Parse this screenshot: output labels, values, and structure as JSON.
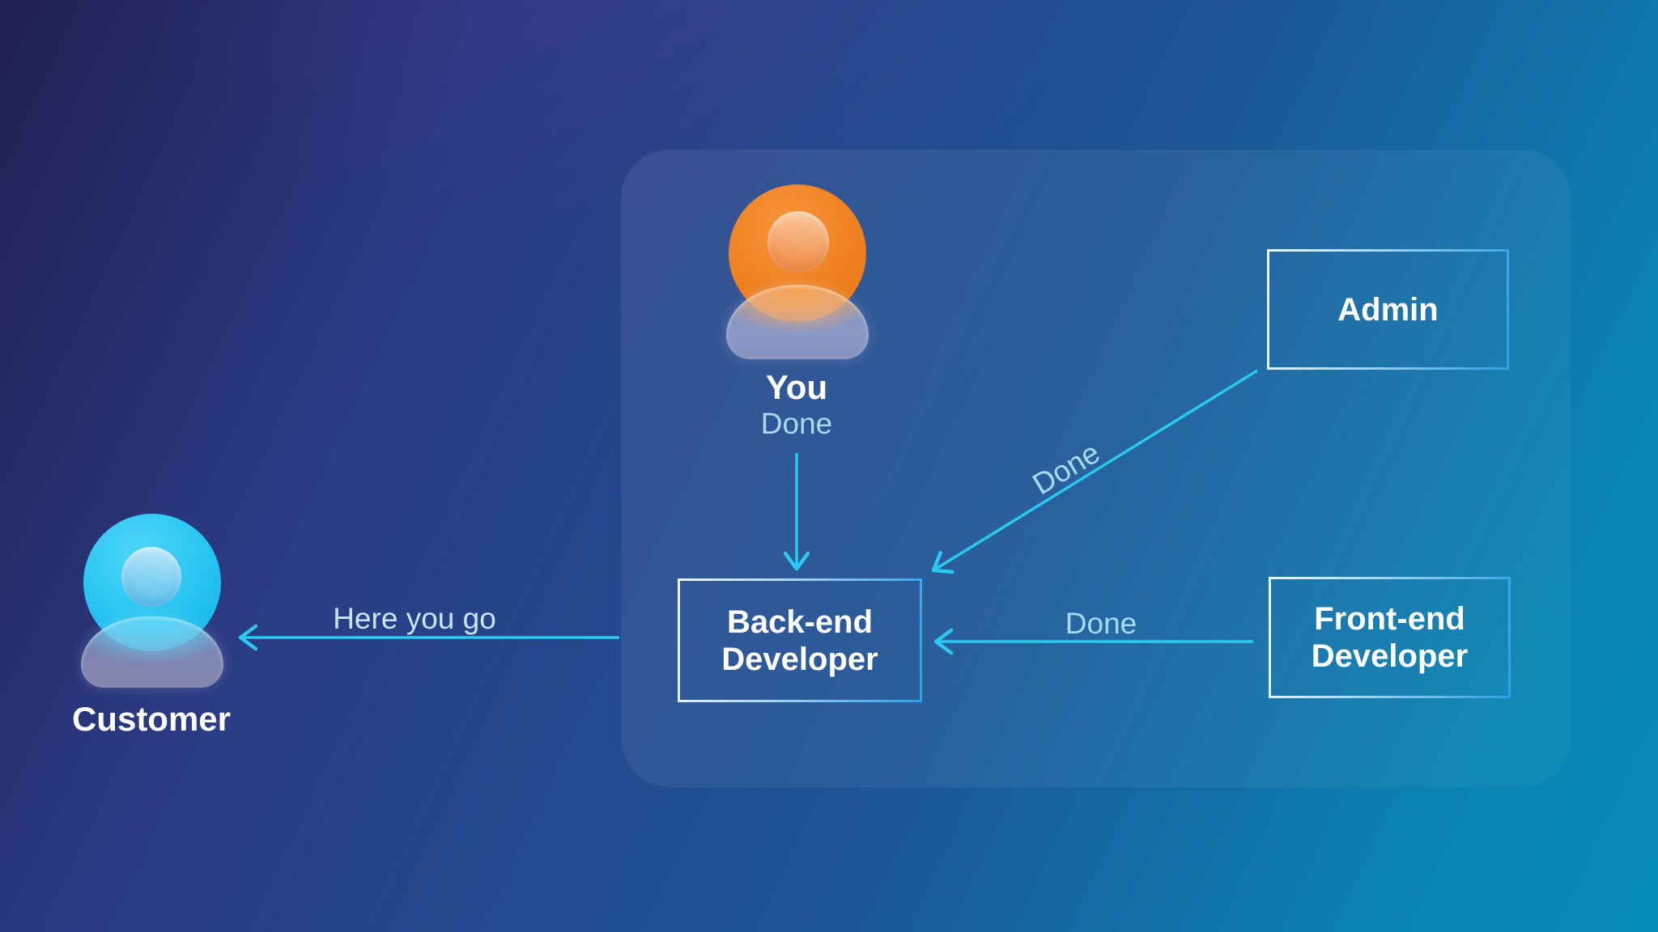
{
  "diagram": {
    "type": "workflow",
    "description_visible_only": "handoff diagram between roles"
  },
  "nodes": {
    "you": {
      "label": "You",
      "icon": "user-avatar-orange"
    },
    "customer": {
      "label": "Customer",
      "icon": "user-avatar-cyan"
    },
    "admin": {
      "label": "Admin"
    },
    "backend": {
      "label": "Back-end Developer"
    },
    "frontend": {
      "label": "Front-end Developer"
    }
  },
  "edges": {
    "you_to_backend": {
      "from": "You",
      "to": "Back-end Developer",
      "label": "Done"
    },
    "admin_to_backend": {
      "from": "Admin",
      "to": "Back-end Developer",
      "label": "Done"
    },
    "frontend_to_backend": {
      "from": "Front-end Developer",
      "to": "Back-end Developer",
      "label": "Done"
    },
    "backend_to_customer": {
      "from": "Back-end Developer",
      "to": "Customer",
      "label": "Here you go"
    }
  },
  "colors": {
    "arrow": "#2bc9f0",
    "edge_label": "#a7daf0",
    "node_label": "#ffffff",
    "box_border_start": "#eef6fb",
    "box_border_end": "#2f9fe8",
    "avatar_you_orange": "#ee7f20",
    "avatar_customer_cyan": "#27c4f2",
    "background_dark": "#211f52",
    "background_cyan": "#068cb8"
  }
}
